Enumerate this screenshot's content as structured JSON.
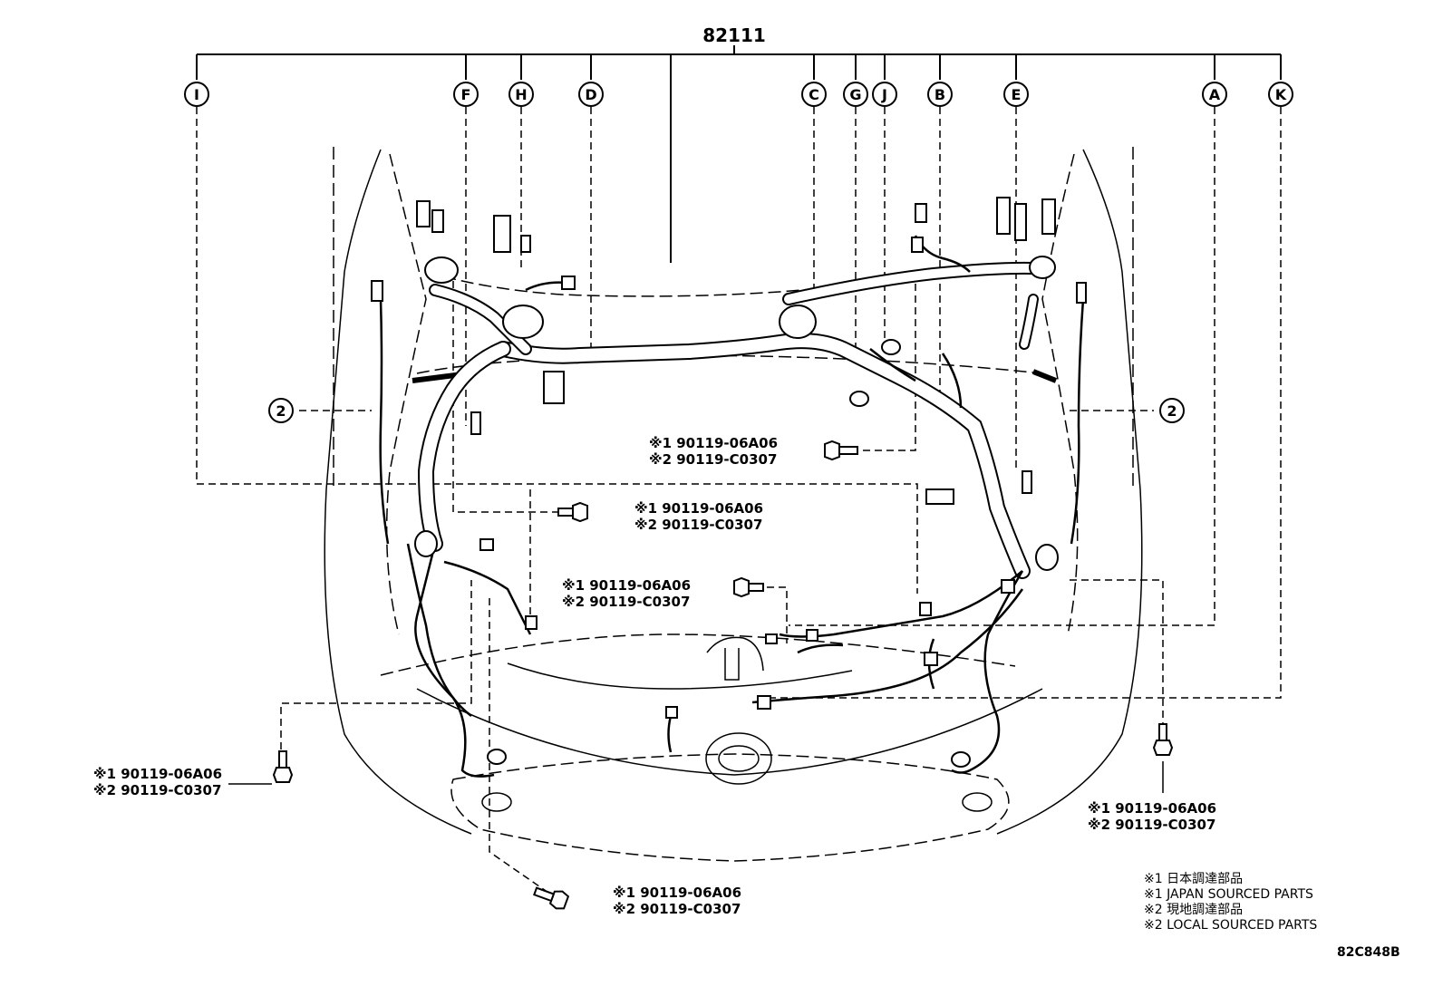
{
  "title": "82111",
  "callouts": [
    {
      "id": "callout-i",
      "letter": "I"
    },
    {
      "id": "callout-f",
      "letter": "F"
    },
    {
      "id": "callout-h",
      "letter": "H"
    },
    {
      "id": "callout-d",
      "letter": "D"
    },
    {
      "id": "callout-c",
      "letter": "C"
    },
    {
      "id": "callout-g",
      "letter": "G"
    },
    {
      "id": "callout-j",
      "letter": "J"
    },
    {
      "id": "callout-b",
      "letter": "B"
    },
    {
      "id": "callout-e",
      "letter": "E"
    },
    {
      "id": "callout-a",
      "letter": "A"
    },
    {
      "id": "callout-k",
      "letter": "K"
    }
  ],
  "detail_ref": "2",
  "bolt_parts": {
    "line1": "※1 90119-06A06",
    "line2": "※2 90119-C0307"
  },
  "legend": [
    "※1 日本調達部品",
    "※1 JAPAN SOURCED PARTS",
    "※2 現地調達部品",
    "※2 LOCAL SOURCED PARTS"
  ],
  "diagram_code": "82C848B"
}
